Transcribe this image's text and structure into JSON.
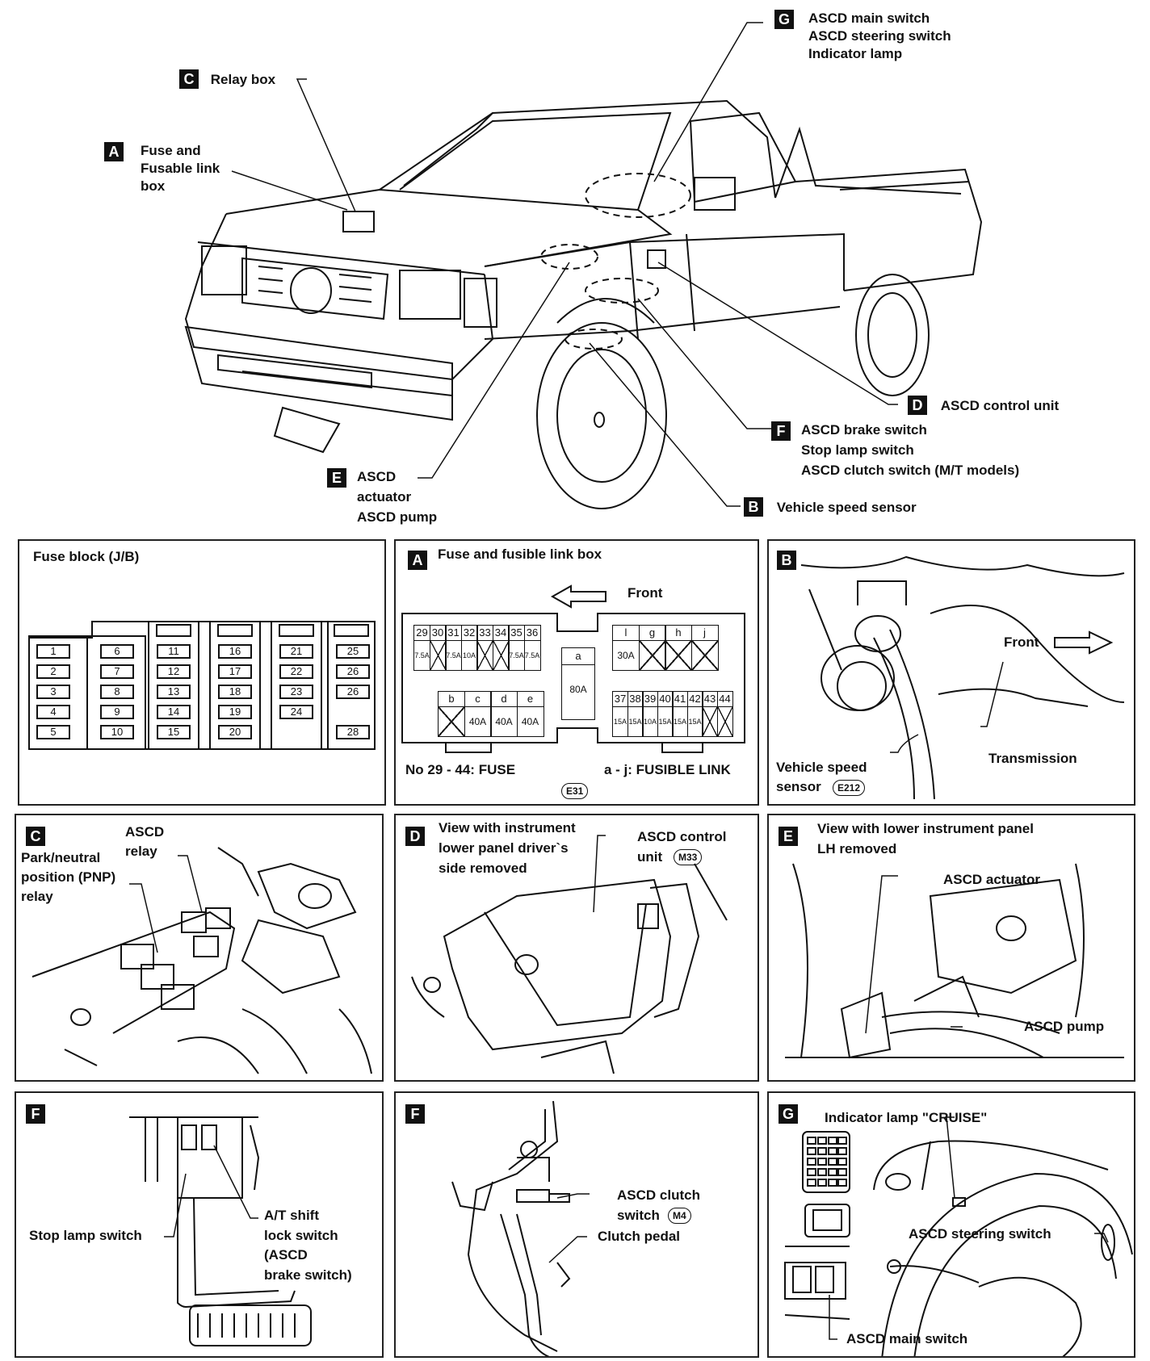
{
  "top_callouts": {
    "G": {
      "badge": "G",
      "lines": [
        "ASCD main switch",
        "ASCD steering switch",
        "Indicator lamp"
      ]
    },
    "C": {
      "badge": "C",
      "label": "Relay box"
    },
    "A": {
      "badge": "A",
      "lines": [
        "Fuse and",
        "Fusable link",
        "box"
      ]
    },
    "D": {
      "badge": "D",
      "label": "ASCD control unit"
    },
    "F": {
      "badge": "F",
      "lines": [
        "ASCD brake switch",
        "Stop lamp switch",
        "ASCD clutch switch (M/T models)"
      ]
    },
    "E": {
      "badge": "E",
      "lines": [
        "ASCD",
        "actuator",
        "ASCD pump"
      ]
    },
    "B": {
      "badge": "B",
      "label": "Vehicle speed sensor"
    }
  },
  "panels": {
    "fuse_block": {
      "title": "Fuse block (J/B)",
      "fuses": [
        "1",
        "2",
        "3",
        "4",
        "5",
        "6",
        "7",
        "8",
        "9",
        "10",
        "11",
        "12",
        "13",
        "14",
        "15",
        "16",
        "17",
        "18",
        "19",
        "20",
        "21",
        "22",
        "23",
        "24",
        "25",
        "26",
        "26",
        "28"
      ]
    },
    "fuse_link_box": {
      "badge": "A",
      "title": "Fuse and fusible link box",
      "front": "Front",
      "top_left_nums": [
        "29",
        "30",
        "31",
        "32",
        "33",
        "34",
        "35",
        "36"
      ],
      "top_left_vals": [
        "7.5A",
        "",
        "7.5A",
        "10A",
        "",
        "",
        "7.5A",
        "7.5A"
      ],
      "center_label": "a",
      "center_val": "80A",
      "top_right_letters": [
        "l",
        "g",
        "h",
        "j"
      ],
      "top_right_vals": [
        "30A",
        "",
        "",
        ""
      ],
      "bottom_left_letters": [
        "b",
        "c",
        "d",
        "e"
      ],
      "bottom_left_vals": [
        "",
        "40A",
        "40A",
        "40A"
      ],
      "bottom_right_nums": [
        "37",
        "38",
        "39",
        "40",
        "41",
        "42",
        "43",
        "44"
      ],
      "bottom_right_vals": [
        "15A",
        "15A",
        "10A",
        "15A",
        "15A",
        "15A",
        "",
        ""
      ],
      "left_caption": "No 29 - 44:  FUSE",
      "right_caption": "a - j:  FUSIBLE LINK",
      "connector": "E31"
    },
    "B": {
      "badge": "B",
      "front": "Front",
      "sensor_line1": "Vehicle speed",
      "sensor_line2": "sensor",
      "connector": "E212",
      "transmission": "Transmission"
    },
    "C": {
      "badge": "C",
      "ascd_relay_1": "ASCD",
      "ascd_relay_2": "relay",
      "pnp_1": "Park/neutral",
      "pnp_2": "position (PNP)",
      "pnp_3": "relay"
    },
    "D": {
      "badge": "D",
      "view_1": "View with instrument",
      "view_2": "lower panel driver`s",
      "view_3": "side removed",
      "unit_1": "ASCD control",
      "unit_2": "unit",
      "connector": "M33"
    },
    "E": {
      "badge": "E",
      "view_1": "View with lower instrument panel",
      "view_2": "LH removed",
      "actuator": "ASCD actuator",
      "pump": "ASCD pump"
    },
    "F1": {
      "badge": "F",
      "stop": "Stop lamp switch",
      "at_1": "A/T shift",
      "at_2": "lock switch",
      "at_3": "(ASCD",
      "at_4": "brake switch)"
    },
    "F2": {
      "badge": "F",
      "clutch_1": "ASCD clutch",
      "clutch_2": "switch",
      "connector": "M4",
      "pedal": "Clutch pedal"
    },
    "G": {
      "badge": "G",
      "indicator": "Indicator lamp \"CRUISE\"",
      "steering": "ASCD steering switch",
      "main": "ASCD main switch"
    }
  }
}
